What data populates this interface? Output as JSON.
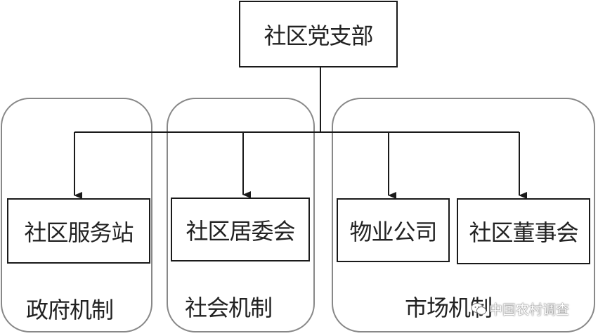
{
  "diagram": {
    "root": {
      "label": "社区党支部"
    },
    "groups": [
      {
        "label": "政府机制",
        "nodes": [
          "社区服务站"
        ]
      },
      {
        "label": "社会机制",
        "nodes": [
          "社区居委会"
        ]
      },
      {
        "label": "市场机制",
        "nodes": [
          "物业公司",
          "社区董事会"
        ]
      }
    ],
    "edges": [
      {
        "from": "社区党支部",
        "to": "社区服务站"
      },
      {
        "from": "社区党支部",
        "to": "社区居委会"
      },
      {
        "from": "社区党支部",
        "to": "物业公司"
      },
      {
        "from": "社区党支部",
        "to": "社区董事会"
      }
    ]
  },
  "watermark": {
    "text": "中国农村调查",
    "icon": "wechat-icon"
  },
  "colors": {
    "line": "#1a1a1a",
    "group_border": "#888888"
  }
}
